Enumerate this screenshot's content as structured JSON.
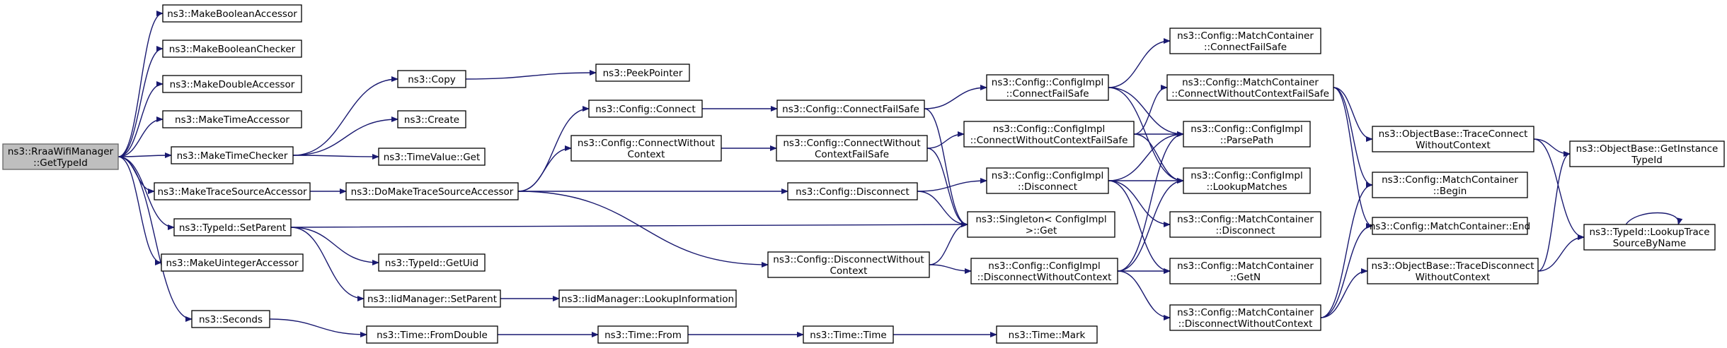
{
  "colors": {
    "edge": "#191970",
    "root_fill": "#bfbfbf",
    "node_fill": "#ffffff",
    "border": "#000000"
  },
  "nodes": {
    "n0": [
      "ns3::RraaWifiManager",
      "::GetTypeId"
    ],
    "n1": [
      "ns3::MakeBooleanAccessor"
    ],
    "n2": [
      "ns3::MakeBooleanChecker"
    ],
    "n3": [
      "ns3::MakeDoubleAccessor"
    ],
    "n4": [
      "ns3::MakeTimeAccessor"
    ],
    "n5": [
      "ns3::MakeTimeChecker"
    ],
    "n6": [
      "ns3::MakeTraceSourceAccessor"
    ],
    "n7": [
      "ns3::TypeId::SetParent"
    ],
    "n8": [
      "ns3::MakeUintegerAccessor"
    ],
    "n9": [
      "ns3::Seconds"
    ],
    "n10": [
      "ns3::Copy"
    ],
    "n11": [
      "ns3::Create"
    ],
    "n12": [
      "ns3::TimeValue::Get"
    ],
    "n13": [
      "ns3::DoMakeTraceSourceAccessor"
    ],
    "n14": [
      "ns3::TypeId::GetUid"
    ],
    "n15": [
      "ns3::IidManager::SetParent"
    ],
    "n16": [
      "ns3::Time::FromDouble"
    ],
    "n17": [
      "ns3::PeekPointer"
    ],
    "n18": [
      "ns3::Config::Connect"
    ],
    "n19": [
      "ns3::Config::ConnectWithout",
      "Context"
    ],
    "n20": [
      "ns3::Config::DisconnectWithout",
      "Context"
    ],
    "n21": [
      "ns3::IidManager::LookupInformation"
    ],
    "n22": [
      "ns3::Time::From"
    ],
    "n23": [
      "ns3::Config::ConnectFailSafe"
    ],
    "n24": [
      "ns3::Config::ConnectWithout",
      "ContextFailSafe"
    ],
    "n25": [
      "ns3::Config::Disconnect"
    ],
    "n26": [
      "ns3::Time::Time"
    ],
    "n27": [
      "ns3::Config::ConfigImpl",
      "::ConnectFailSafe"
    ],
    "n28": [
      "ns3::Config::ConfigImpl",
      "::ConnectWithoutContextFailSafe"
    ],
    "n29": [
      "ns3::Config::ConfigImpl",
      "::Disconnect"
    ],
    "n30": [
      "ns3::Singleton< ConfigImpl",
      " >::Get"
    ],
    "n31": [
      "ns3::Config::ConfigImpl",
      "::DisconnectWithoutContext"
    ],
    "n32": [
      "ns3::Time::Mark"
    ],
    "n33": [
      "ns3::Config::MatchContainer",
      "::ConnectFailSafe"
    ],
    "n34": [
      "ns3::Config::MatchContainer",
      "::ConnectWithoutContextFailSafe"
    ],
    "n35": [
      "ns3::Config::ConfigImpl",
      "::ParsePath"
    ],
    "n36": [
      "ns3::Config::ConfigImpl",
      "::LookupMatches"
    ],
    "n37": [
      "ns3::Config::MatchContainer",
      "::Disconnect"
    ],
    "n38": [
      "ns3::Config::MatchContainer",
      "::GetN"
    ],
    "n39": [
      "ns3::Config::MatchContainer",
      "::DisconnectWithoutContext"
    ],
    "n40": [
      "ns3::ObjectBase::TraceConnect",
      "WithoutContext"
    ],
    "n41": [
      "ns3::Config::MatchContainer",
      "::Begin"
    ],
    "n42": [
      "ns3::Config::MatchContainer::End"
    ],
    "n43": [
      "ns3::ObjectBase::TraceDisconnect",
      "WithoutContext"
    ],
    "n44": [
      "ns3::ObjectBase::GetInstance",
      "TypeId"
    ],
    "n45": [
      "ns3::TypeId::LookupTrace",
      "SourceByName"
    ]
  }
}
